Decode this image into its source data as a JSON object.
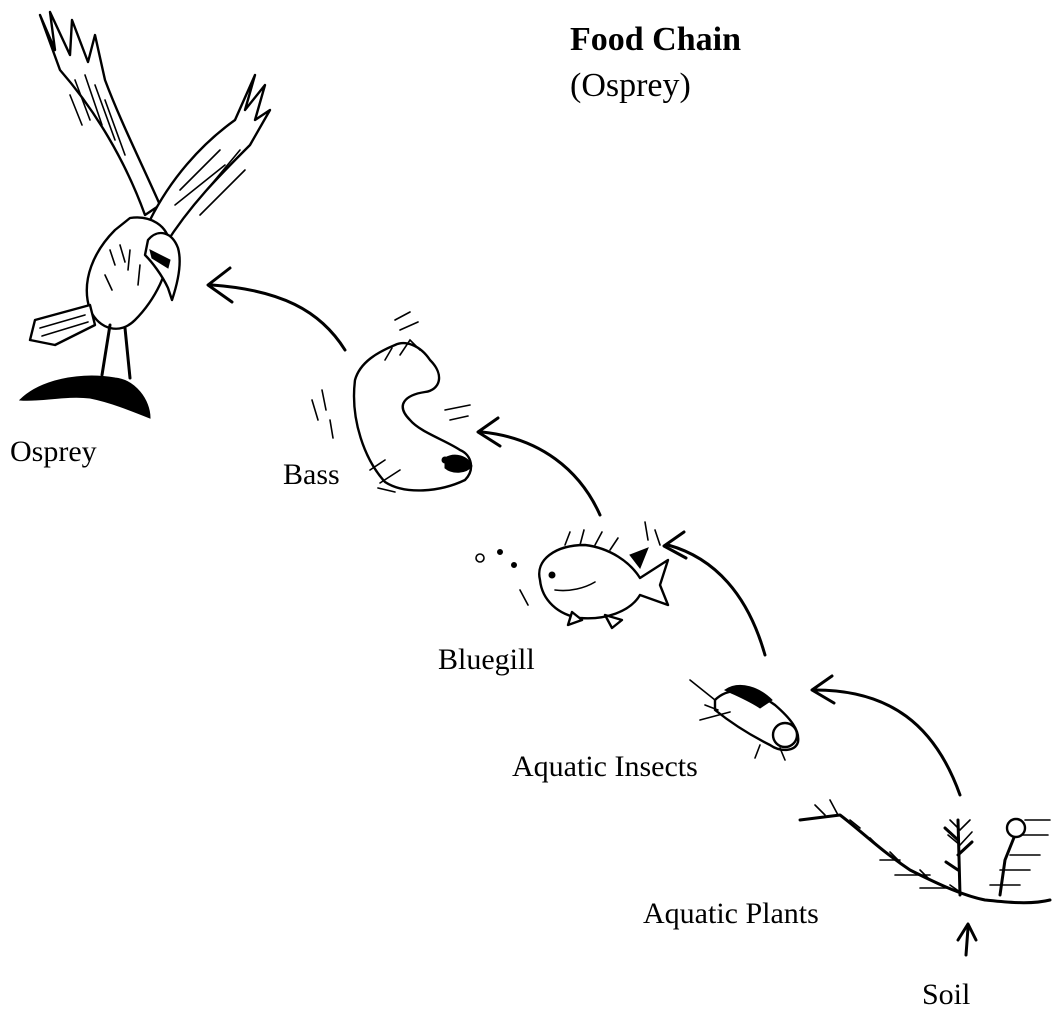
{
  "title": "Food Chain",
  "subtitle": "(Osprey)",
  "organisms": {
    "osprey": "Osprey",
    "bass": "Bass",
    "bluegill": "Bluegill",
    "insects": "Aquatic Insects",
    "plants": "Aquatic Plants",
    "soil": "Soil"
  },
  "icons": [
    "osprey-drawing",
    "bass-drawing",
    "bluegill-drawing",
    "insect-drawing",
    "plants-drawing"
  ]
}
